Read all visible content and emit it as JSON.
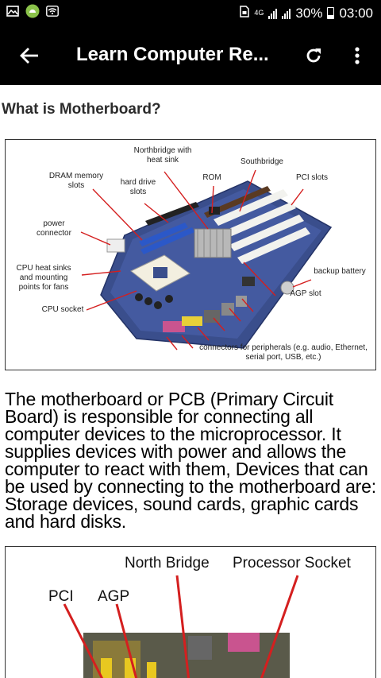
{
  "status_bar": {
    "network_type": "4G",
    "battery": "30%",
    "time": "03:00"
  },
  "app_bar": {
    "title": "Learn Computer Re...",
    "icons": [
      "back-arrow-icon",
      "refresh-icon",
      "more-vert-icon"
    ]
  },
  "article": {
    "heading": "What is Motherboard?",
    "figure1_labels": {
      "northbridge": "Northbridge with heat sink",
      "southbridge": "Southbridge",
      "dram": "DRAM memory slots",
      "hard_drive": "hard drive slots",
      "rom": "ROM",
      "pci": "PCI slots",
      "power": "power connector",
      "cpu_heat": "CPU heat sinks and mounting points for fans",
      "backup": "backup battery",
      "agp": "AGP slot",
      "cpu_socket": "CPU socket",
      "connectors": "connectors for peripherals (e.g. audio, Ethernet, serial port, USB, etc.)"
    },
    "paragraph": "The motherboard or PCB (Primary Circuit Board) is responsible for connecting all computer devices to the microprocessor. It supplies devices with power and allows the computer to react with them, Devices that can be used by connecting to the motherboard are: Storage devices, sound cards, graphic cards and hard disks.",
    "figure2_labels": {
      "north_bridge": "North Bridge",
      "processor_socket": "Processor Socket",
      "pci": "PCI",
      "agp": "AGP"
    }
  }
}
